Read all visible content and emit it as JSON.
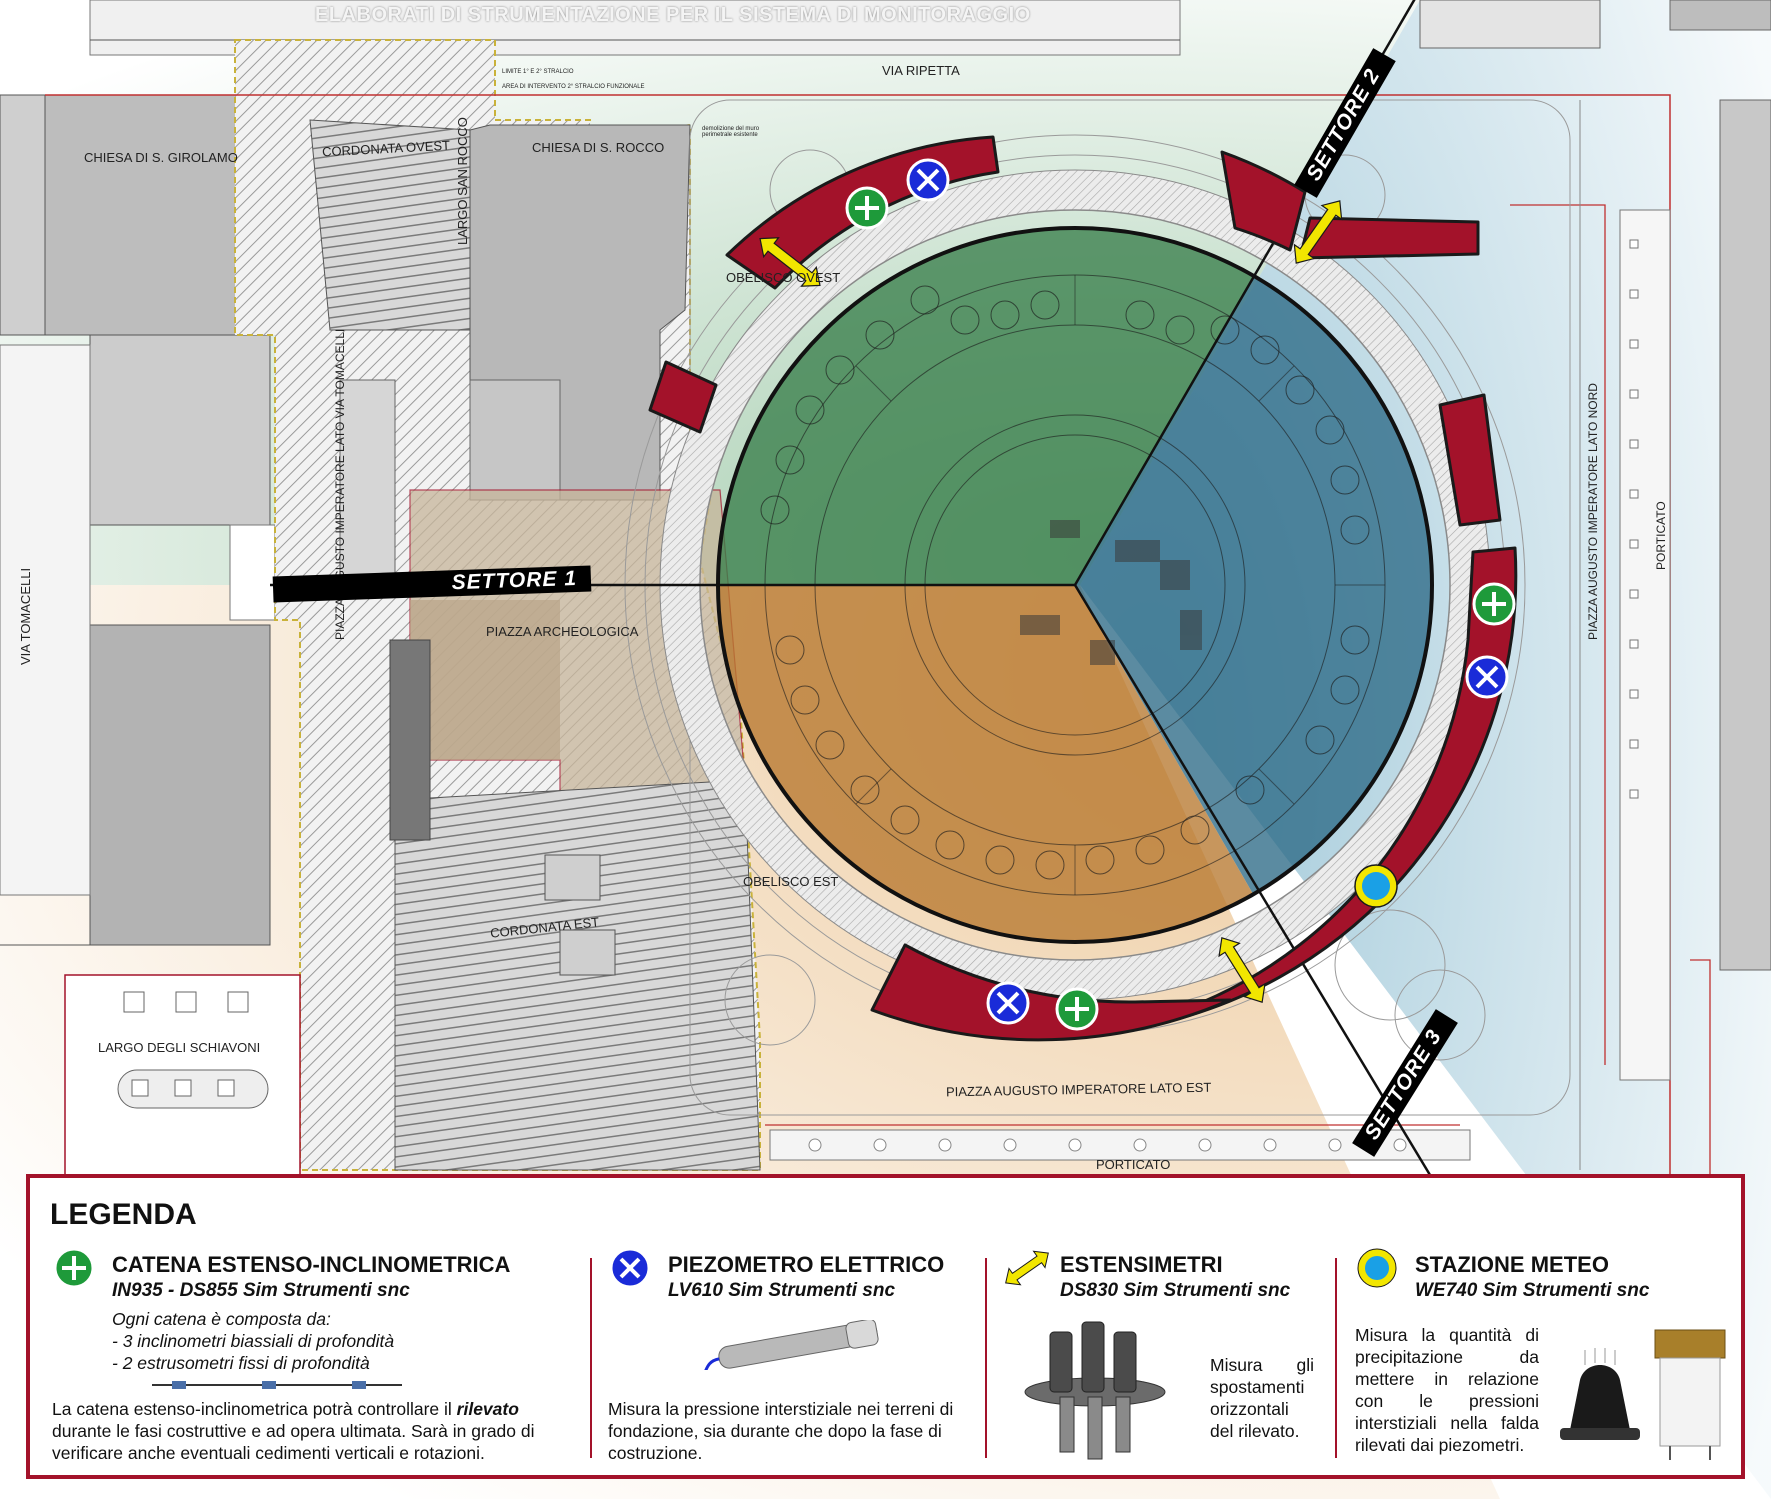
{
  "header": {
    "title": "ELABORATI DI STRUMENTAZIONE PER IL SISTEMA DI MONITORAGGIO"
  },
  "map": {
    "street_labels": [
      "VIA RIPETTA",
      "CHIESA DI S. GIROLAMO",
      "CHIESA DI S. ROCCO",
      "CORDONATA OVEST",
      "LARGO SAN ROCCO",
      "OBELISCO OVEST",
      "PIAZZA AUGUSTO IMPERATORE LATO VIA TOMACELLI",
      "VIA TOMACELLI",
      "PIAZZA ARCHEOLOGICA",
      "OBELISCO EST",
      "CORDONATA EST",
      "LARGO DEGLI SCHIAVONI",
      "PIAZZA AUGUSTO IMPERATORE LATO EST",
      "PORTICATO",
      "PIAZZA AUGUSTO IMPERATORE LATO NORD",
      "PORTICATO"
    ],
    "small_notes": [
      "LIMITE 1° E 2° STRALCIO",
      "AREA DI INTERVENTO 2° STRALCIO FUNZIONALE",
      "demolizione del muro perimetrale esistente"
    ],
    "sectors": [
      "SETTORE 1",
      "SETTORE 2",
      "SETTORE 3"
    ],
    "colors": {
      "sector1": "#3f8a4f",
      "sector2": "#2f6f8a",
      "sector3": "#b97a2a",
      "band": "#a3122a",
      "catena": "#1e9a3a",
      "piezometro": "#1a2bd8",
      "estensimetro": "#f2e600",
      "meteo_ring": "#f2e600",
      "meteo_fill": "#1aa0e6"
    }
  },
  "legend": {
    "title": "LEGENDA",
    "catena": {
      "icon": "green-cross-circle-icon",
      "name": "CATENA ESTENSO-INCLINOMETRICA",
      "model": "IN935 - DS855 Sim Strumenti snc",
      "composition_title": "Ogni catena è composta da:",
      "composition_1": "- 3 inclinometri biassiali di profondità",
      "composition_2": "- 2 estrusometri fissi di profondità",
      "description_a": "La catena estenso-inclinometrica potrà controllare il ",
      "description_b": "rilevato",
      "description_c": " durante le fasi costruttive e ad opera ultimata. Sarà in grado di verificare anche eventuali cedimenti verticali e rotazioni."
    },
    "piezometro": {
      "icon": "blue-x-circle-icon",
      "name": "PIEZOMETRO ELETTRICO",
      "model": "LV610 Sim Strumenti snc",
      "description": "Misura la pressione interstiziale nei terreni di fondazione, sia durante che dopo la fase di costruzione."
    },
    "estensimetri": {
      "icon": "yellow-double-arrow-icon",
      "name": "ESTENSIMETRI",
      "model": "DS830 Sim Strumenti snc",
      "description": "Misura gli spostamenti orizzontali del rilevato."
    },
    "meteo": {
      "icon": "weather-station-icon",
      "name": "STAZIONE METEO",
      "model": "WE740 Sim Strumenti snc",
      "description": "Misura la quantità di precipitazione da mettere in relazione con le pressioni interstiziali nella falda rilevati dai piezometri."
    }
  }
}
